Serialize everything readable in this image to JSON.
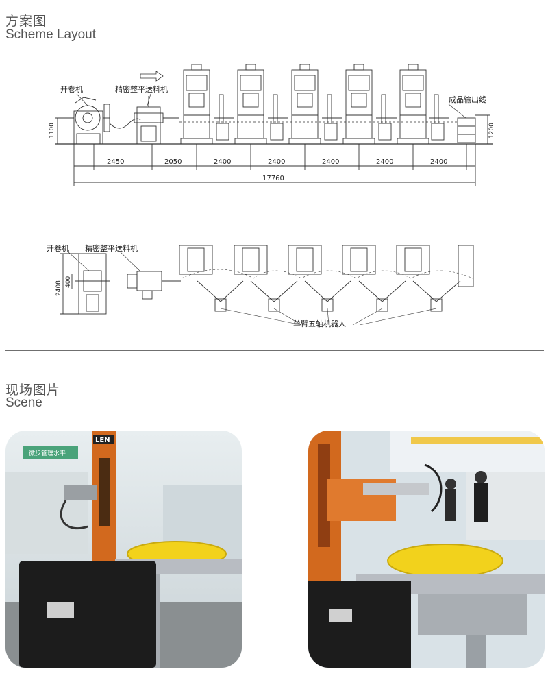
{
  "section1": {
    "title_cn": "方案图",
    "title_en": "Scheme Layout"
  },
  "section2": {
    "title_cn": "现场图片",
    "title_en": "Scene"
  },
  "diagram1": {
    "label_uncoiler": "开卷机",
    "label_feeder": "精密整平送料机",
    "label_output": "成品输出线",
    "dim_left_height": "1100",
    "dim_right_height": "1200",
    "dims": [
      "2450",
      "2050",
      "2400",
      "2400",
      "2400",
      "2400",
      "2400"
    ],
    "total": "17760"
  },
  "diagram2": {
    "label_uncoiler": "开卷机",
    "label_feeder": "精密整平送料机",
    "label_robot": "单臂五轴机器人",
    "dim_width": "2408",
    "dim_inner": "400"
  },
  "photos": {
    "left_sign": "微步管理水平",
    "brand": "LEN"
  },
  "colors": {
    "robot_orange": "#d2691e",
    "tray_yellow": "#f2d21c",
    "frame_silver": "#b8bcc2",
    "cabinet_black": "#1c1c1c"
  }
}
